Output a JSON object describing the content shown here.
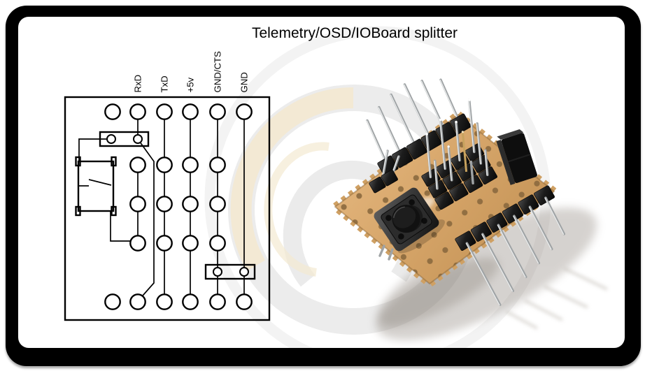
{
  "title": "Telemetry/OSD/IOBoard splitter",
  "schematic": {
    "pin_labels": [
      {
        "label": "RxD"
      },
      {
        "label": "TxD"
      },
      {
        "label": "+5v"
      },
      {
        "label": "GND/CTS"
      },
      {
        "label": "GND"
      }
    ]
  },
  "colors": {
    "frame": "#000000",
    "card": "#ffffff",
    "ink": "#000000",
    "board-tan": "#d6a56b",
    "board-hole": "#8b6a3e",
    "header-black": "#1a1a1a",
    "pin-silver": "#b5b8ba",
    "watermark-gray": "#ececec",
    "watermark-cream": "#f4e9d2"
  }
}
